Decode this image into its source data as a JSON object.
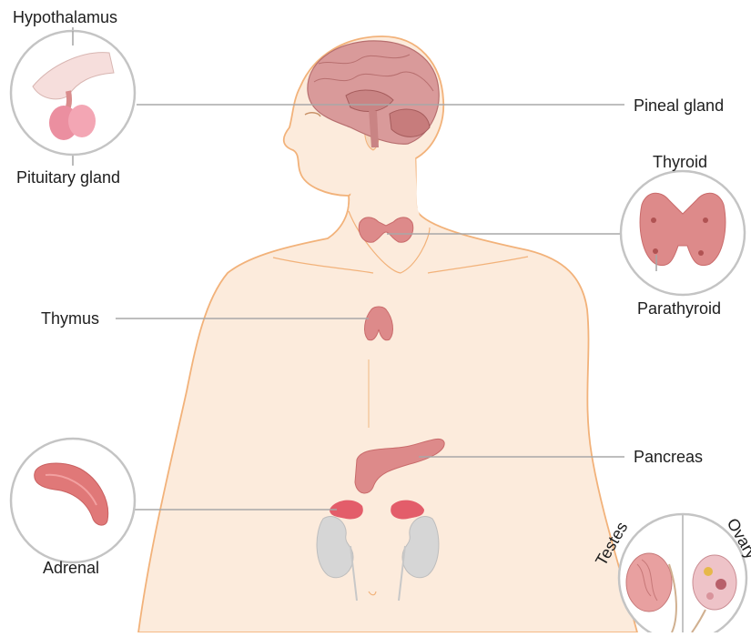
{
  "labels": {
    "hypothalamus": "Hypothalamus",
    "pituitary": "Pituitary gland",
    "pineal": "Pineal gland",
    "thyroid": "Thyroid",
    "parathyroid": "Parathyroid",
    "thymus": "Thymus",
    "pancreas": "Pancreas",
    "adrenal": "Adrenal",
    "testes": "Testes",
    "ovary": "Ovary"
  },
  "colors": {
    "skin": "#fcebdc",
    "skin_outline": "#f2b27a",
    "organ": "#dd8a8a",
    "organ_dark": "#c96b6b",
    "brain": "#d99a9a",
    "kidney": "#d6d6d6",
    "adrenal": "#e35d6a",
    "leader_line": "#a8a8a8",
    "callout_ring": "#c4c4c4"
  }
}
